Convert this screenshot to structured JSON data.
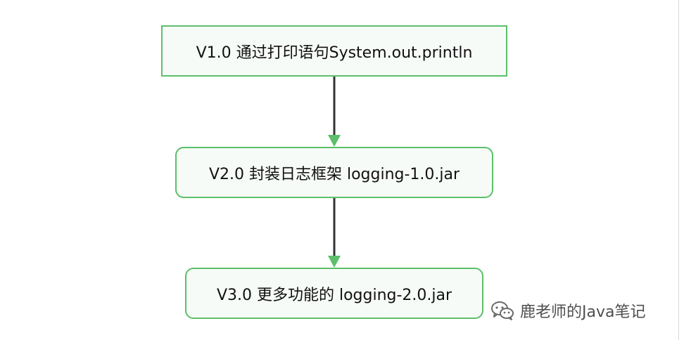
{
  "diagram": {
    "nodes": [
      {
        "id": "v1",
        "label": "V1.0 通过打印语句System.out.println"
      },
      {
        "id": "v2",
        "label": "V2.0 封装日志框架 logging-1.0.jar"
      },
      {
        "id": "v3",
        "label": "V3.0 更多功能的 logging-2.0.jar"
      }
    ],
    "edges": [
      {
        "from": "v1",
        "to": "v2"
      },
      {
        "from": "v2",
        "to": "v3"
      }
    ]
  },
  "watermark": {
    "text": "鹿老师的Java笔记",
    "icon": "wechat-icon"
  },
  "colors": {
    "node_border": "#5cbf6a",
    "node_fill": "#f7fbf7",
    "edge_line": "#333333",
    "arrowhead": "#5cbf6a"
  }
}
